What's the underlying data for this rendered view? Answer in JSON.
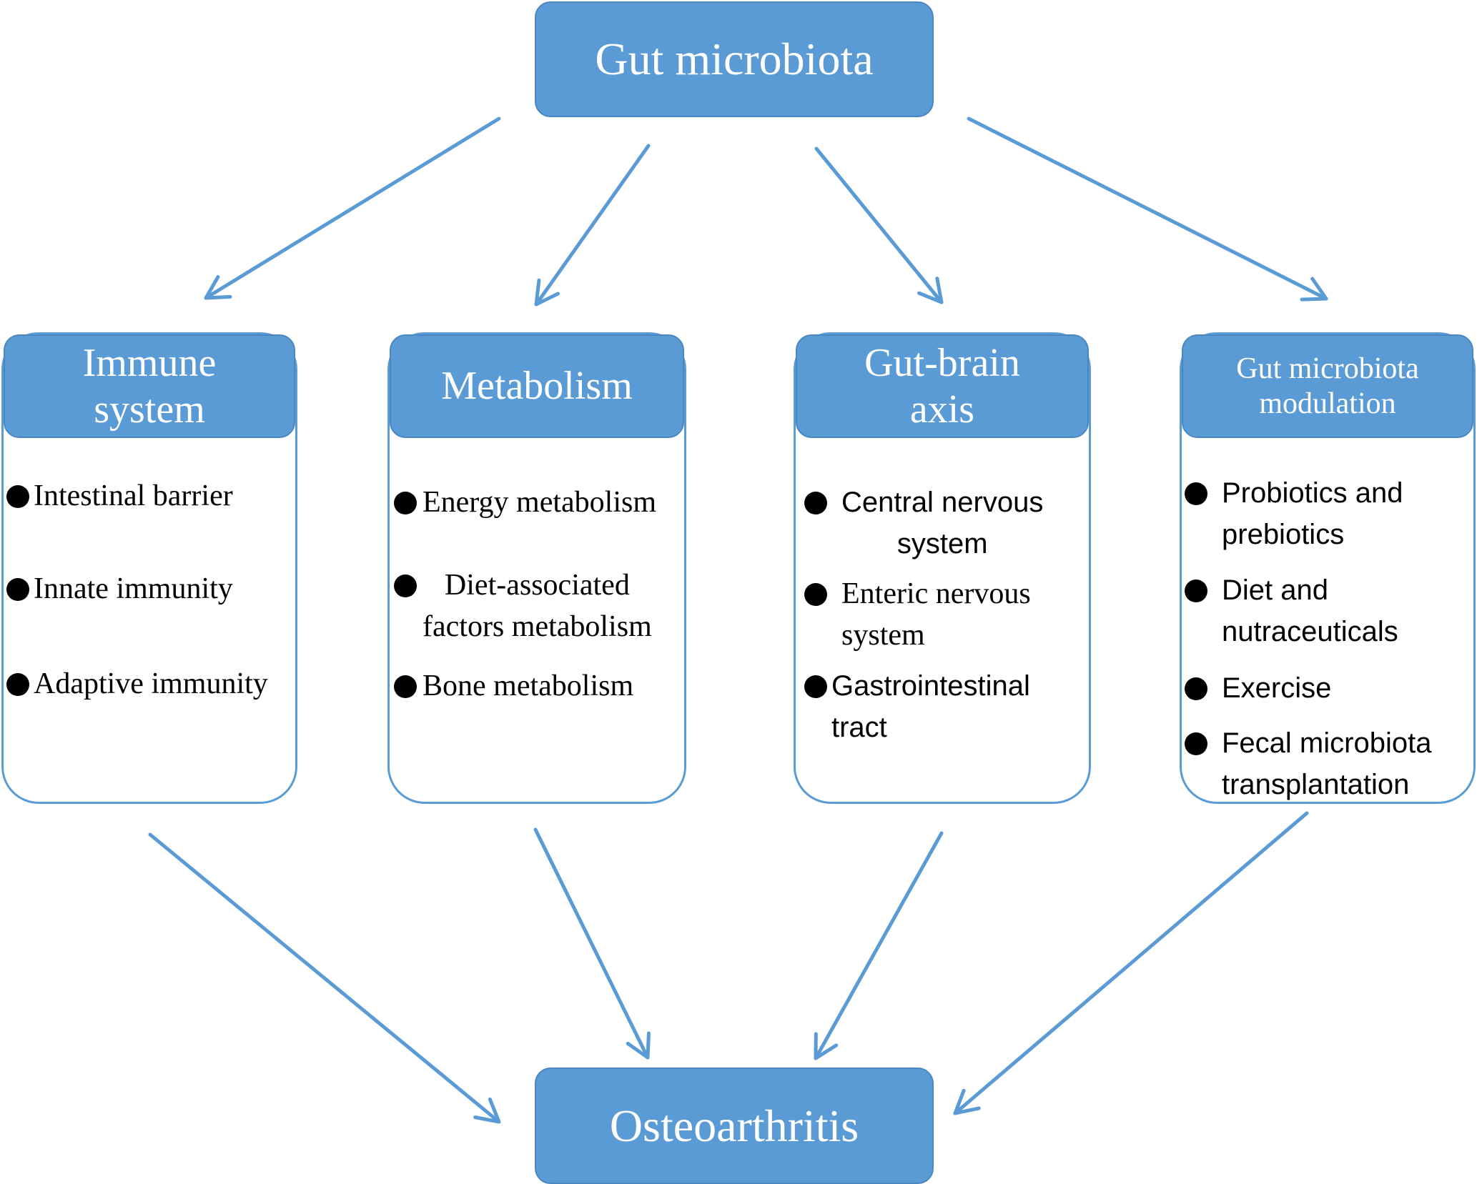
{
  "colors": {
    "box_fill": "#5b9bd5",
    "box_border": "#4a86c0",
    "arrow": "#5b9bd5",
    "bullet": "#000000",
    "box_text": "#ffffff"
  },
  "top_node": {
    "label": "Gut microbiota"
  },
  "bottom_node": {
    "label": "Osteoarthritis"
  },
  "categories": [
    {
      "title": "Immune\nsystem",
      "items": [
        "Intestinal barrier",
        "Innate immunity",
        "Adaptive immunity"
      ]
    },
    {
      "title": "Metabolism",
      "items": [
        "Energy metabolism",
        "Diet-associated\nfactors metabolism",
        "Bone metabolism"
      ]
    },
    {
      "title": "Gut-brain\naxis",
      "items": [
        "Central nervous\nsystem",
        "Enteric nervous\nsystem",
        "Gastrointestinal\ntract"
      ]
    },
    {
      "title": "Gut microbiota\nmodulation",
      "items": [
        "Probiotics and\nprebiotics",
        "Diet and\nnutraceuticals",
        "Exercise",
        "Fecal microbiota\ntransplantation"
      ]
    }
  ]
}
